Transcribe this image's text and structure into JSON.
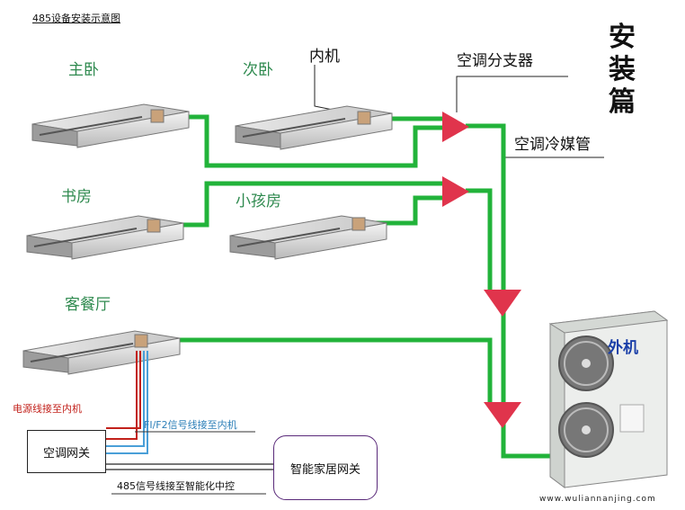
{
  "header": {
    "title": "485设备安装示意图"
  },
  "side_title": {
    "chars": [
      "安",
      "装",
      "篇"
    ]
  },
  "rooms": {
    "master": "主卧",
    "second": "次卧",
    "study": "书房",
    "kids": "小孩房",
    "living": "客餐厅"
  },
  "callouts": {
    "indoor": "内机",
    "splitter": "空调分支器",
    "refrigerant": "空调冷媒管",
    "outdoor": "外机"
  },
  "wiring": {
    "power": "电源线接至内机",
    "signal": "FI/F2信号线接至内机",
    "rs485": "485信号线接至智能化中控"
  },
  "devices": {
    "ac_gateway": "空调网关",
    "home_gateway": "智能家居网关"
  },
  "footer": {
    "url": "www.wuliannanjing.com"
  },
  "colors": {
    "pipe": "#22b33a",
    "arrow": "#e0344c",
    "power": "#c2211b",
    "signal": "#4a9fd8",
    "room_label": "#2f8a4f"
  }
}
